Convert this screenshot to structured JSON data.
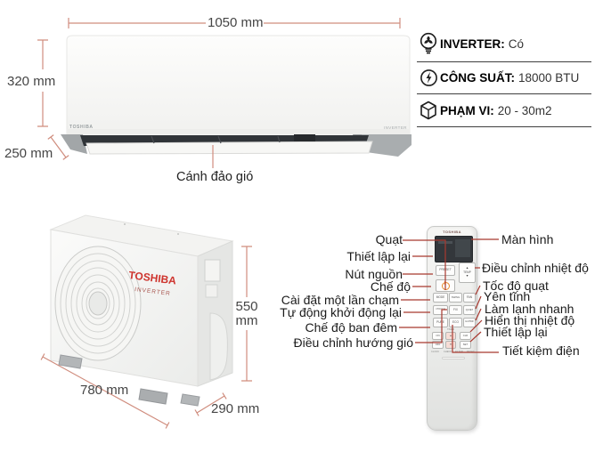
{
  "dimensions": {
    "indoor_width": "1050 mm",
    "indoor_height": "320 mm",
    "indoor_depth": "250 mm",
    "flap_label": "Cánh đảo gió",
    "outdoor_height_value": "550",
    "outdoor_height_unit": "mm",
    "outdoor_width": "780 mm",
    "outdoor_depth": "290 mm"
  },
  "specs": [
    {
      "icon": "bulb-fan-icon",
      "label": "INVERTER:",
      "value": "Có"
    },
    {
      "icon": "bolt-circle-icon",
      "label": "CÔNG SUẤT:",
      "value": "18000 BTU"
    },
    {
      "icon": "cube-icon",
      "label": "PHẠM VI:",
      "value": "20 - 30m2"
    }
  ],
  "branding": {
    "indoor_logo": "TOSHIBA",
    "indoor_badge": "INVERTER",
    "outdoor_logo": "TOSHIBA",
    "outdoor_badge": "INVERTER",
    "remote_logo": "TOSHIBA"
  },
  "callouts": {
    "left": [
      "Quạt",
      "Thiết lập lại",
      "Nút nguồn",
      "Chế độ",
      "Cài đặt một lần chạm",
      "Tự động khởi động lại",
      "Chế độ ban đêm",
      "Điều chỉnh hướng gió"
    ],
    "right": [
      "Màn hình",
      "Điều chỉnh nhiệt độ",
      "Tốc độ quạt",
      "Yên tĩnh",
      "Làm lạnh nhanh",
      "Hiển thị nhiệt độ",
      "Thiết lập lại",
      "Tiết kiệm điện"
    ]
  },
  "remote": {
    "buttons": {
      "preset": "PRESET",
      "temp": "TEMP",
      "mode": "MODE",
      "swing": "SWING",
      "fan": "FAN",
      "one_touch": "1TOUCH",
      "fix": "FIX",
      "quiet": "QUIET",
      "pure": "PURE",
      "eco": "ECO",
      "hi_power": "Hi-PWR",
      "timer": "TIMER",
      "on": "ON",
      "off": "OFF",
      "clr": "CLR",
      "set": "SET",
      "clock": "CLOCK",
      "check": "CHECK",
      "filter": "FILTER",
      "reset": "RESET"
    },
    "glyphs": {
      "up": "▲",
      "down": "▼"
    }
  },
  "colors": {
    "dimension_line": "#d08d7e",
    "callout_line": "#a8392f",
    "brand_red": "#ce342e"
  }
}
